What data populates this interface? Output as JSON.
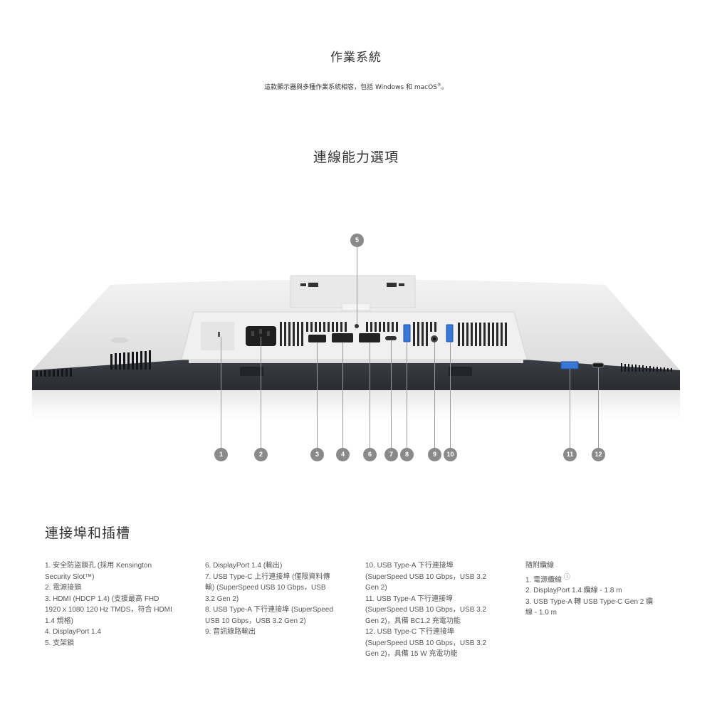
{
  "os_section": {
    "title": "作業系統",
    "description": "這款顯示器與多種作業系統相容，包括 Windows 和 macOS",
    "registered_mark": "®",
    "description_end": "。"
  },
  "connectivity_section": {
    "title": "連線能力選項"
  },
  "diagram": {
    "callouts": [
      "1",
      "2",
      "3",
      "4",
      "5",
      "6",
      "7",
      "8",
      "9",
      "10",
      "11",
      "12"
    ],
    "accent_color": "#3a78d8",
    "callout_color": "#8a8a8a"
  },
  "ports_section": {
    "title": "連接埠和插槽",
    "column1": [
      "1. 安全防盜鎖孔 (採用 Kensington",
      "Security Slot™)",
      "2. 電源接頭",
      "3. HDMI (HDCP 1.4) (支援最高 FHD",
      "1920 x 1080 120 Hz TMDS，符合 HDMI",
      "1.4 規格)",
      "4. DisplayPort 1.4",
      "5. 支架鎖"
    ],
    "column2": [
      "6. DisplayPort 1.4 (輸出)",
      "7. USB Type-C 上行連接埠 (僅限資料傳",
      "輸) (SuperSpeed USB 10 Gbps，USB",
      "3.2 Gen 2)",
      "8. USB Type-A 下行連接埠 (SuperSpeed",
      "USB 10 Gbps，USB 3.2 Gen 2)",
      "9. 音訊線路輸出"
    ],
    "column3": [
      "10. USB Type-A 下行連接埠",
      "(SuperSpeed USB 10 Gbps，USB 3.2",
      "Gen 2)",
      "11. USB Type-A 下行連接埠",
      "(SuperSpeed USB 10 Gbps，USB 3.2",
      "Gen 2)，具備 BC1.2 充電功能",
      "12. USB Type-C 下行連接埠",
      "(SuperSpeed USB 10 Gbps，USB 3.2",
      "Gen 2)，具備 15 W 充電功能"
    ],
    "column4": {
      "heading": "隨附纜線",
      "item1": "1. 電源纜線",
      "item1_icon": "ⓘ",
      "lines": [
        "2. DisplayPort 1.4 纜線 - 1.8 m",
        "3. USB Type-A 轉 USB Type-C Gen 2 纜",
        "線 - 1.0 m"
      ]
    }
  }
}
